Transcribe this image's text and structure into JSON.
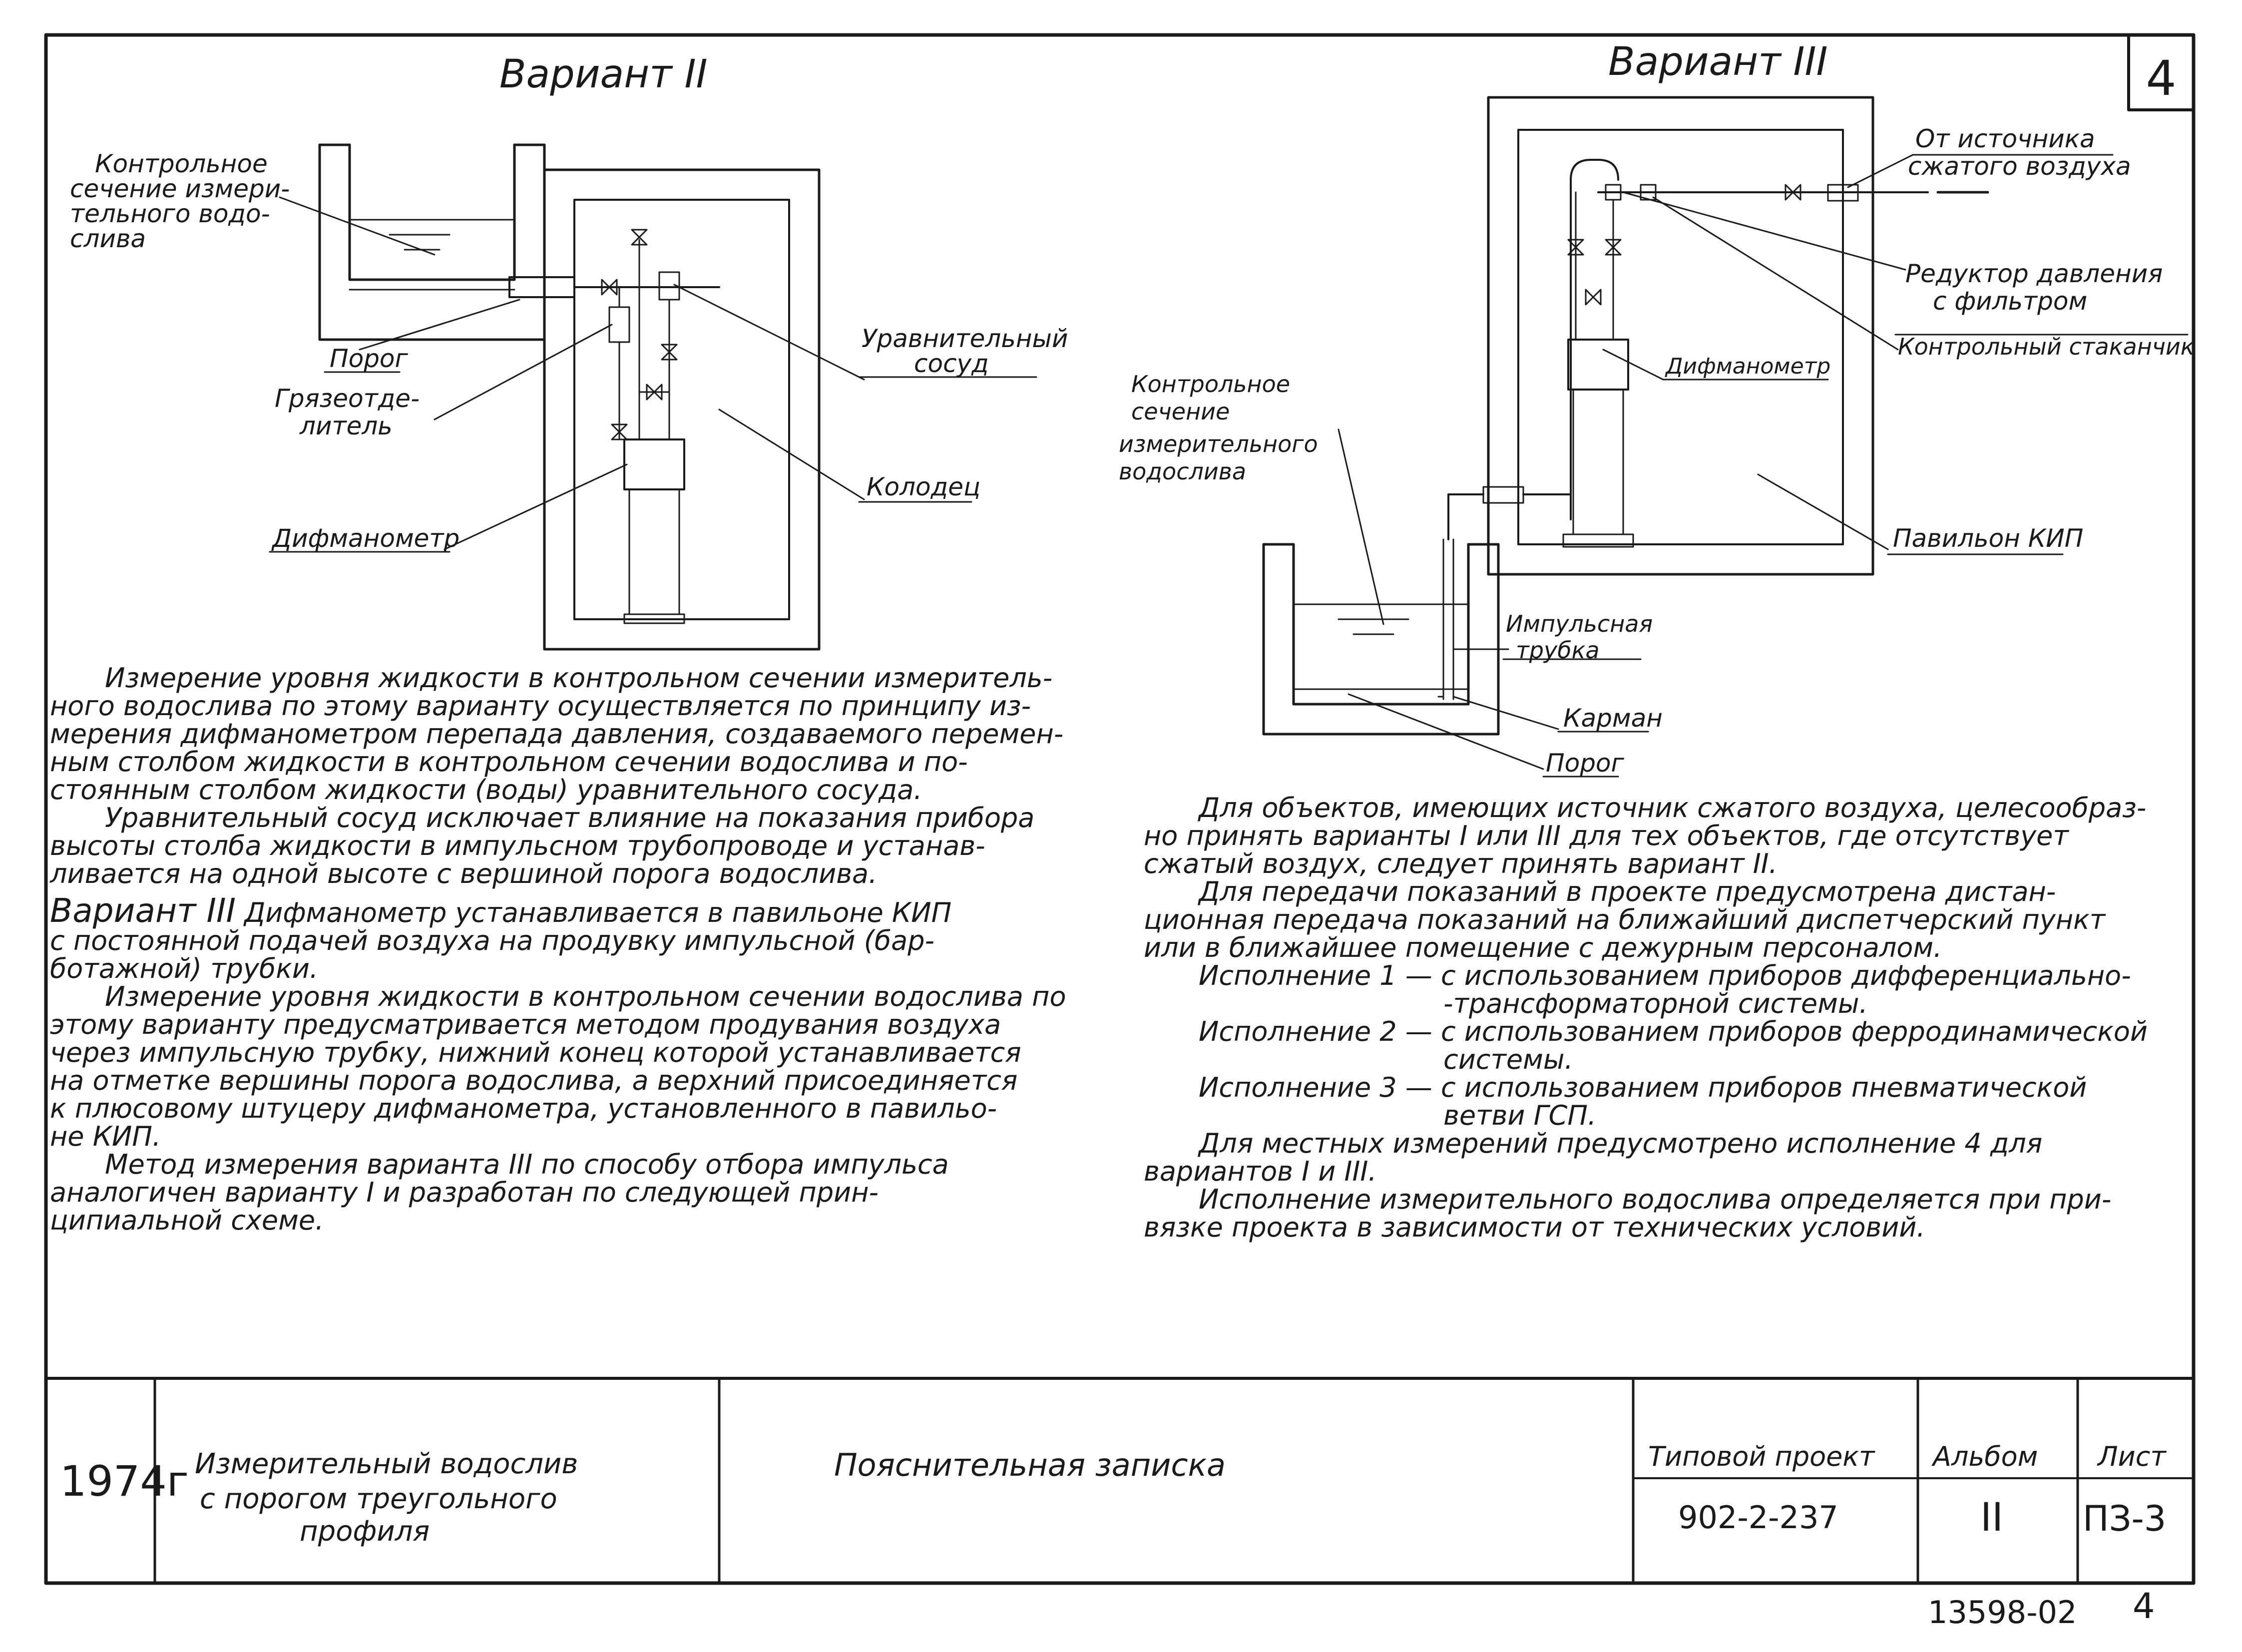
{
  "variant2": {
    "title": "Вариант II",
    "labels": {
      "control_section": [
        "Контрольное",
        "сечение измери-",
        "тельного водо-",
        "слива"
      ],
      "threshold": "Порог",
      "mud_separator": [
        "Грязеотде-",
        "литель"
      ],
      "difmanometer": "Дифманометр",
      "equalizing_vessel": [
        "Уравнительный",
        "сосуд"
      ],
      "well": "Колодец"
    }
  },
  "variant3": {
    "title": "Вариант III",
    "labels": {
      "air_source": [
        "От источника",
        "сжатого воздуха"
      ],
      "pressure_reducer": [
        "Редуктор давления",
        "с фильтром"
      ],
      "control_cup": "Контрольный стаканчик",
      "difmanometer": "Дифманометр",
      "control_section": [
        "Контрольное",
        "сечение",
        "измерительного",
        "водослива"
      ],
      "pavilion": "Павильон КИП",
      "impulse_tube": [
        "Импульсная",
        "трубка"
      ],
      "pocket": "Карман",
      "threshold": "Порог"
    }
  },
  "sheet_number": "4",
  "text_left": [
    "Измерение уровня жидкости в контрольном сечении измеритель-",
    "ного водослива по этому варианту осуществляется по принципу из-",
    "мерения дифманометром перепада давления, создаваемого перемен-",
    "ным столбом жидкости в контрольном сечении водослива и по-",
    "стоянным столбом жидкости (воды) уравнительного сосуда.",
    "Уравнительный сосуд исключает влияние на показания прибора",
    "высоты столба жидкости в импульсном трубопроводе и устанав-",
    "ливается на одной высоте с вершиной порога водослива.",
    "Вариант III",
    "Дифманометр устанавливается в павильоне КИП",
    "с постоянной подачей воздуха на продувку импульсной (бар-",
    "ботажной) трубки.",
    "Измерение уровня жидкости в контрольном сечении водослива по",
    "этому варианту предусматривается методом продувания воздуха",
    "через импульсную трубку, нижний конец которой устанавливается",
    "на отметке вершины порога водослива, а верхний присоединяется",
    "к плюсовому штуцеру дифманометра, установленного в павильо-",
    "не КИП.",
    "Метод измерения варианта III по способу отбора импульса",
    "аналогичен варианту I и разработан по следующей прин-",
    "ципиальной схеме."
  ],
  "text_right": [
    "Для объектов, имеющих источник сжатого воздуха, целесообраз-",
    "но принять варианты I или III для тех объектов, где отсутствует",
    "сжатый воздух, следует принять вариант II.",
    "Для передачи показаний в проекте предусмотрена дистан-",
    "ционная передача показаний на ближайший диспетчерский пункт",
    "или в ближайшее помещение с дежурным персоналом.",
    "Исполнение 1 — с использованием приборов дифференциально-",
    "-трансформаторной системы.",
    "Исполнение 2 — с использованием приборов ферродинамической",
    "системы.",
    "Исполнение 3 — с использованием приборов пневматической",
    "ветви ГСП.",
    "Для местных измерений предусмотрено исполнение 4 для",
    "вариантов I и III.",
    "Исполнение измерительного водослива определяется при при-",
    "вязке проекта в зависимости от технических условий."
  ],
  "title_block": {
    "year": "1974г",
    "name": [
      "Измерительный водослив",
      "с порогом треугольного",
      "профиля"
    ],
    "doc_type": "Пояснительная записка",
    "project_label": "Типовой проект",
    "project_number": "902-2-237",
    "album_label": "Альбом",
    "album_value": "II",
    "sheet_label": "Лист",
    "sheet_value": "ПЗ-3"
  },
  "inventory_number": "13598-02",
  "page_number": "4"
}
